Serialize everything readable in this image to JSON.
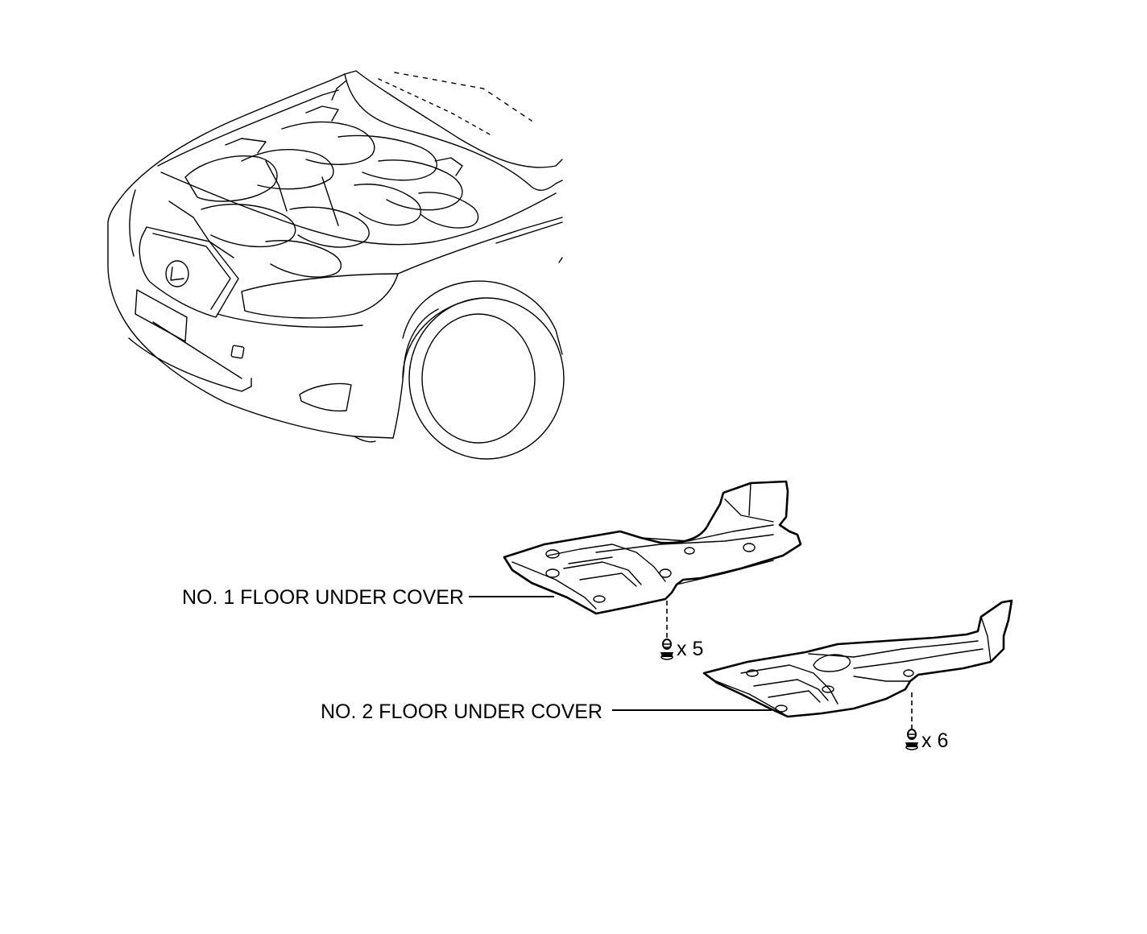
{
  "labels": {
    "cover1": "NO. 1 FLOOR UNDER COVER",
    "cover2": "NO. 2 FLOOR UNDER COVER",
    "qty1": "x 5",
    "qty2": "x 6"
  },
  "icons": {
    "fastener": "clip-fastener-icon",
    "vehicle": "car-front-illustration"
  },
  "colors": {
    "line": "#000000",
    "background": "#ffffff"
  }
}
